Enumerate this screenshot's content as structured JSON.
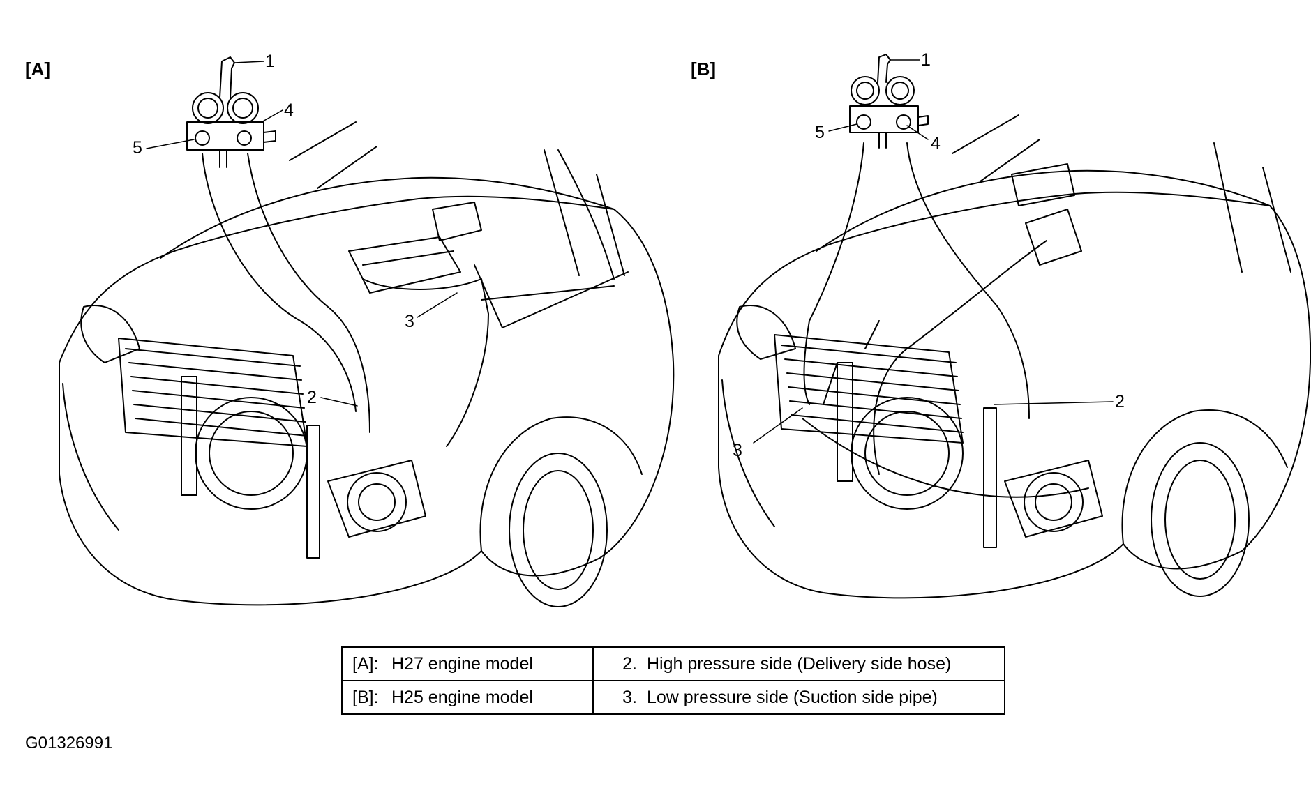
{
  "panels": [
    {
      "label": "[A]"
    },
    {
      "label": "[B]"
    }
  ],
  "callouts_a": {
    "c1": "1",
    "c2": "2",
    "c3": "3",
    "c4": "4",
    "c5": "5"
  },
  "callouts_b": {
    "c1": "1",
    "c2": "2",
    "c3": "3",
    "c4": "4",
    "c5": "5"
  },
  "legend": {
    "rows": [
      {
        "key": "[A]:",
        "text": "H27 engine model",
        "num": "2.",
        "desc": "High pressure side (Delivery side hose)"
      },
      {
        "key": "[B]:",
        "text": "H25 engine model",
        "num": "3.",
        "desc": "Low pressure side (Suction side pipe)"
      }
    ]
  },
  "figure_code": "G01326991"
}
